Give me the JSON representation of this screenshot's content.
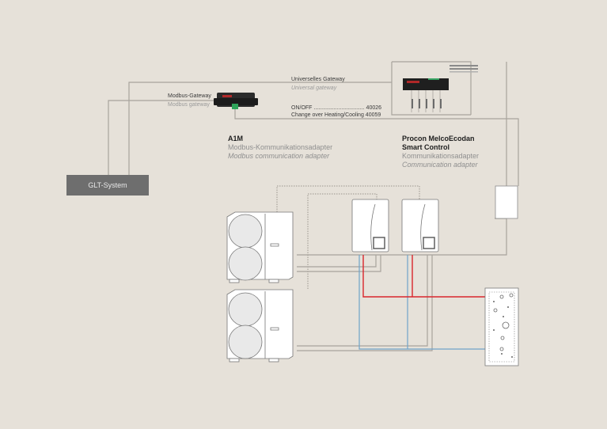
{
  "glt_system": {
    "label": "GLT-System"
  },
  "modbus_gateway": {
    "label_de": "Modbus-Gateway",
    "label_en": "Modbus gateway"
  },
  "universal_gateway": {
    "label_de": "Universelles Gateway",
    "label_en": "Universal gateway"
  },
  "registers": [
    {
      "name": "ON/OFF",
      "dots": ".................................",
      "value": "40026"
    },
    {
      "name": "Change over Heating/Cooling",
      "dots": "",
      "value": "40059"
    }
  ],
  "a1m": {
    "title": "A1M",
    "subtitle_de": "Modbus-Kommunikationsadapter",
    "subtitle_en": "Modbus communication adapter"
  },
  "procon": {
    "title_line1": "Procon MelcoEcodan",
    "title_line2": "Smart Control",
    "subtitle_de": "Kommunikationsadapter",
    "subtitle_en": "Communication adapter"
  },
  "colors": {
    "background": "#e6e1d9",
    "line_grey": "#a8a49d",
    "flow_red": "#d9262c",
    "return_blue": "#6fa3c9",
    "glt_box": "#6e6e6e"
  }
}
